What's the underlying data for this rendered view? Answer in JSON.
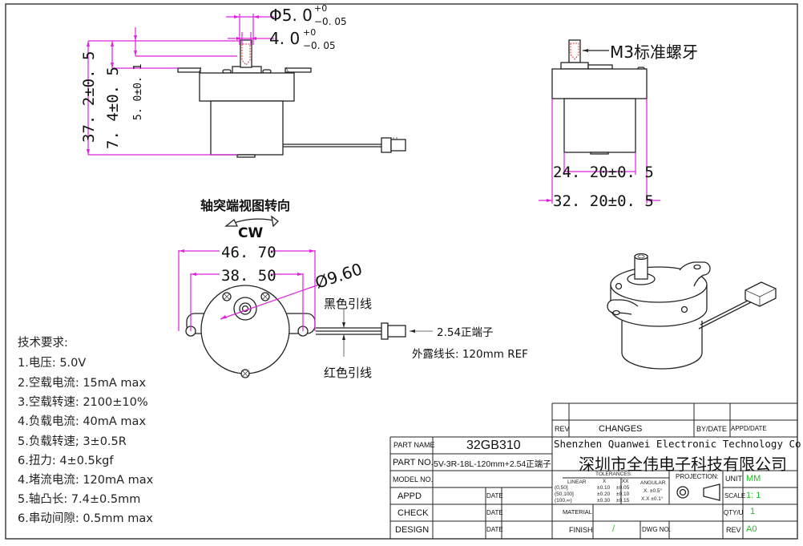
{
  "drawing": {
    "side_view": {
      "dim_shaft_dia": {
        "main": "Φ5. 0",
        "upper": "+0",
        "lower": "−0. 05"
      },
      "dim_flat": {
        "main": "4. 0",
        "upper": "+0",
        "lower": "−0. 05"
      },
      "dim_total_height": "37. 2±0. 5",
      "dim_shaft_length": "7. 4±0. 5",
      "dim_flat_length": "5. 0±0. 1"
    },
    "front_view": {
      "thread_label": "M3标准螺牙",
      "dim_body_width": "24. 20±0. 5",
      "dim_flange_width": "32. 20±0. 5"
    },
    "top_view": {
      "title": "轴突端视图转向",
      "rotation": "CW",
      "dim_hole_outer": "46. 70",
      "dim_hole_center": "38. 50",
      "dim_boss_dia": "Ø9.60",
      "black_wire": "黑色引线",
      "red_wire": "红色引线",
      "connector": "2.54正端子",
      "wire_length": "外露线长: 120mm REF"
    }
  },
  "requirements": {
    "title": "技术要求:",
    "items": [
      "1.电压: 5.0V",
      "2.空载电流: 15mA max",
      "3.空载转速: 2100±10%",
      "4.负载电流: 40mA max",
      "5.负载转速; 3±0.5R",
      "6.扭力: 4±0.5kgf",
      "4.堵流电流: 120mA max",
      "5.轴凸长: 7.4±0.5mm",
      "6.串动间隙: 0.5mm max"
    ]
  },
  "title_block": {
    "rev_header": {
      "rev": "REV",
      "changes": "CHANGES",
      "by_date": "BY/DATE",
      "appd_date": "APPD/DATE"
    },
    "part_name_label": "PART NAME",
    "part_name": "32GB310",
    "part_no_label": "PART NO.",
    "part_no": "5V-3R-18L-120mm+2.54正端子",
    "model_no_label": "MODEL NO.",
    "appd_label": "APPD",
    "check_label": "CHECK",
    "design_label": "DESIGN",
    "date_label": "DATE",
    "company_en": "Shenzhen Quanwei Electronic Technology Co., Ltd",
    "company_cn": "深圳市全伟电子科技有限公司",
    "tolerances": {
      "title": "TOLERANCES:",
      "linear": "LINEAR",
      "col_x": "X",
      "col_xx": ".XX",
      "rows": [
        {
          "range": "(0,50]",
          "x": "±0.10",
          "xx": "±0.05"
        },
        {
          "range": "(50,100]",
          "x": "±0.20",
          "xx": "±0.10"
        },
        {
          "range": "(100,∞)",
          "x": "±0.30",
          "xx": "±0.15"
        }
      ],
      "angular": "ANGULAR",
      "angular_x": "X. ±0.5°",
      "angular_xx": "X.X ±0.1°"
    },
    "projection_label": "PROJECTION:",
    "material_label": "MATERIAL",
    "finish_label": "FINISH",
    "finish_value": "/",
    "dwg_no_label": "DWG NO.",
    "unit_label": "UNIT",
    "unit_value": "MM",
    "scale_label": "SCALE",
    "scale_value": "1: 1",
    "qty_label": "QTY/U",
    "qty_value": "1",
    "rev_label": "REV",
    "rev_value": "A0"
  },
  "colors": {
    "dimension": "#e020e0",
    "value_green": "#22bb22",
    "thread_red": "#e03030"
  }
}
